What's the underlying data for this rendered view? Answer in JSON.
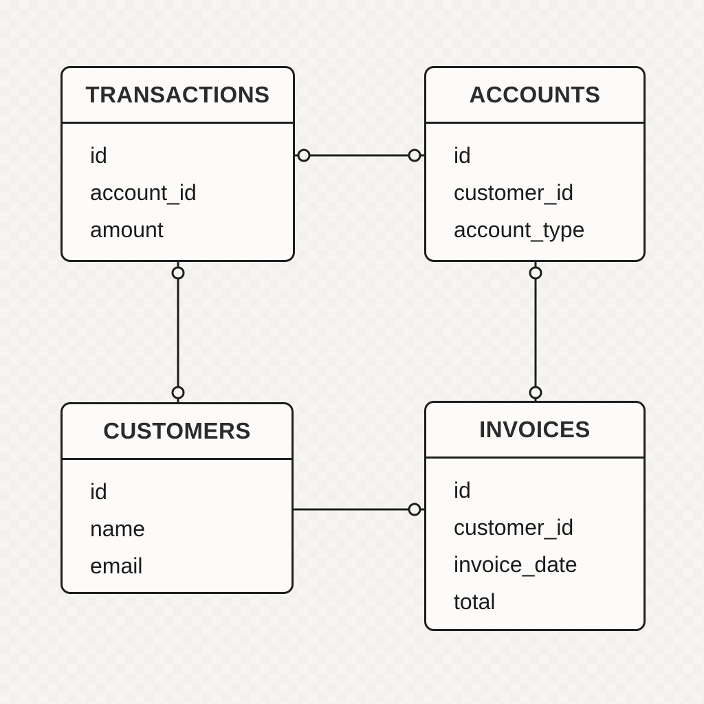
{
  "diagram": {
    "type": "entity-relationship",
    "entities": [
      {
        "id": "transactions",
        "name": "TRANSACTIONS",
        "fields": [
          "id",
          "account_id",
          "amount"
        ]
      },
      {
        "id": "accounts",
        "name": "ACCOUNTS",
        "fields": [
          "id",
          "customer_id",
          "account_type"
        ]
      },
      {
        "id": "customers",
        "name": "CUSTOMERS",
        "fields": [
          "id",
          "name",
          "email"
        ]
      },
      {
        "id": "invoices",
        "name": "INVOICES",
        "fields": [
          "id",
          "customer_id",
          "invoice_date",
          "total"
        ]
      }
    ],
    "relationships": [
      {
        "from": "transactions",
        "to": "accounts",
        "orientation": "horizontal",
        "endpoints": [
          "circle",
          "circle"
        ]
      },
      {
        "from": "transactions",
        "to": "customers",
        "orientation": "vertical",
        "endpoints": [
          "circle",
          "circle"
        ]
      },
      {
        "from": "accounts",
        "to": "invoices",
        "orientation": "vertical",
        "endpoints": [
          "circle",
          "circle"
        ]
      },
      {
        "from": "customers",
        "to": "invoices",
        "orientation": "horizontal",
        "endpoints": [
          "none",
          "circle"
        ]
      }
    ],
    "colors": {
      "line": "#1e1e1e",
      "box_border": "#1e1e1e",
      "box_fill": "#fcfbf9",
      "background": "#f7f5f2",
      "title_text": "#2b2b2b",
      "field_text": "#1b1b1b"
    }
  }
}
